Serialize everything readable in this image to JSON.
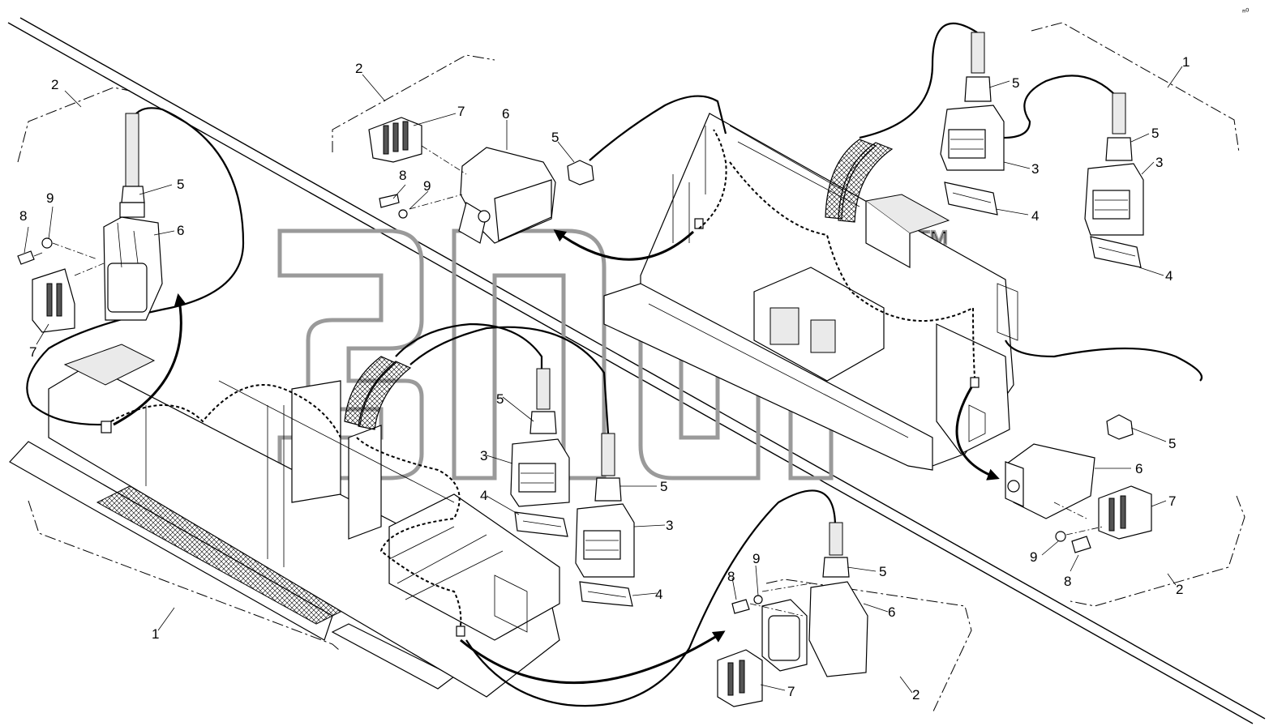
{
  "watermark": {
    "trademark": "™"
  },
  "callouts": {
    "tl_2": "2",
    "tl_5": "5",
    "tl_6": "6",
    "tl_7": "7",
    "tl_8": "8",
    "tl_9": "9",
    "tc_2": "2",
    "tc_5": "5",
    "tc_6": "6",
    "tc_7": "7",
    "tc_8": "8",
    "tc_9": "9",
    "tr_1": "1",
    "tr_5a": "5",
    "tr_3a": "3",
    "tr_4a": "4",
    "tr_5b": "5",
    "tr_3b": "3",
    "tr_4b": "4",
    "br_5": "5",
    "br_6": "6",
    "br_7": "7",
    "br_9": "9",
    "br_8": "8",
    "br_2": "2",
    "bl_1": "1",
    "bc_5a": "5",
    "bc_3a": "3",
    "bc_4a": "4",
    "bc_5b": "5",
    "bc_3b": "3",
    "bc_4b": "4",
    "bb_8": "8",
    "bb_9": "9",
    "bb_5": "5",
    "bb_6": "6",
    "bb_7": "7",
    "bb_2": "2"
  },
  "corner_mark": "ⁿ⁰"
}
